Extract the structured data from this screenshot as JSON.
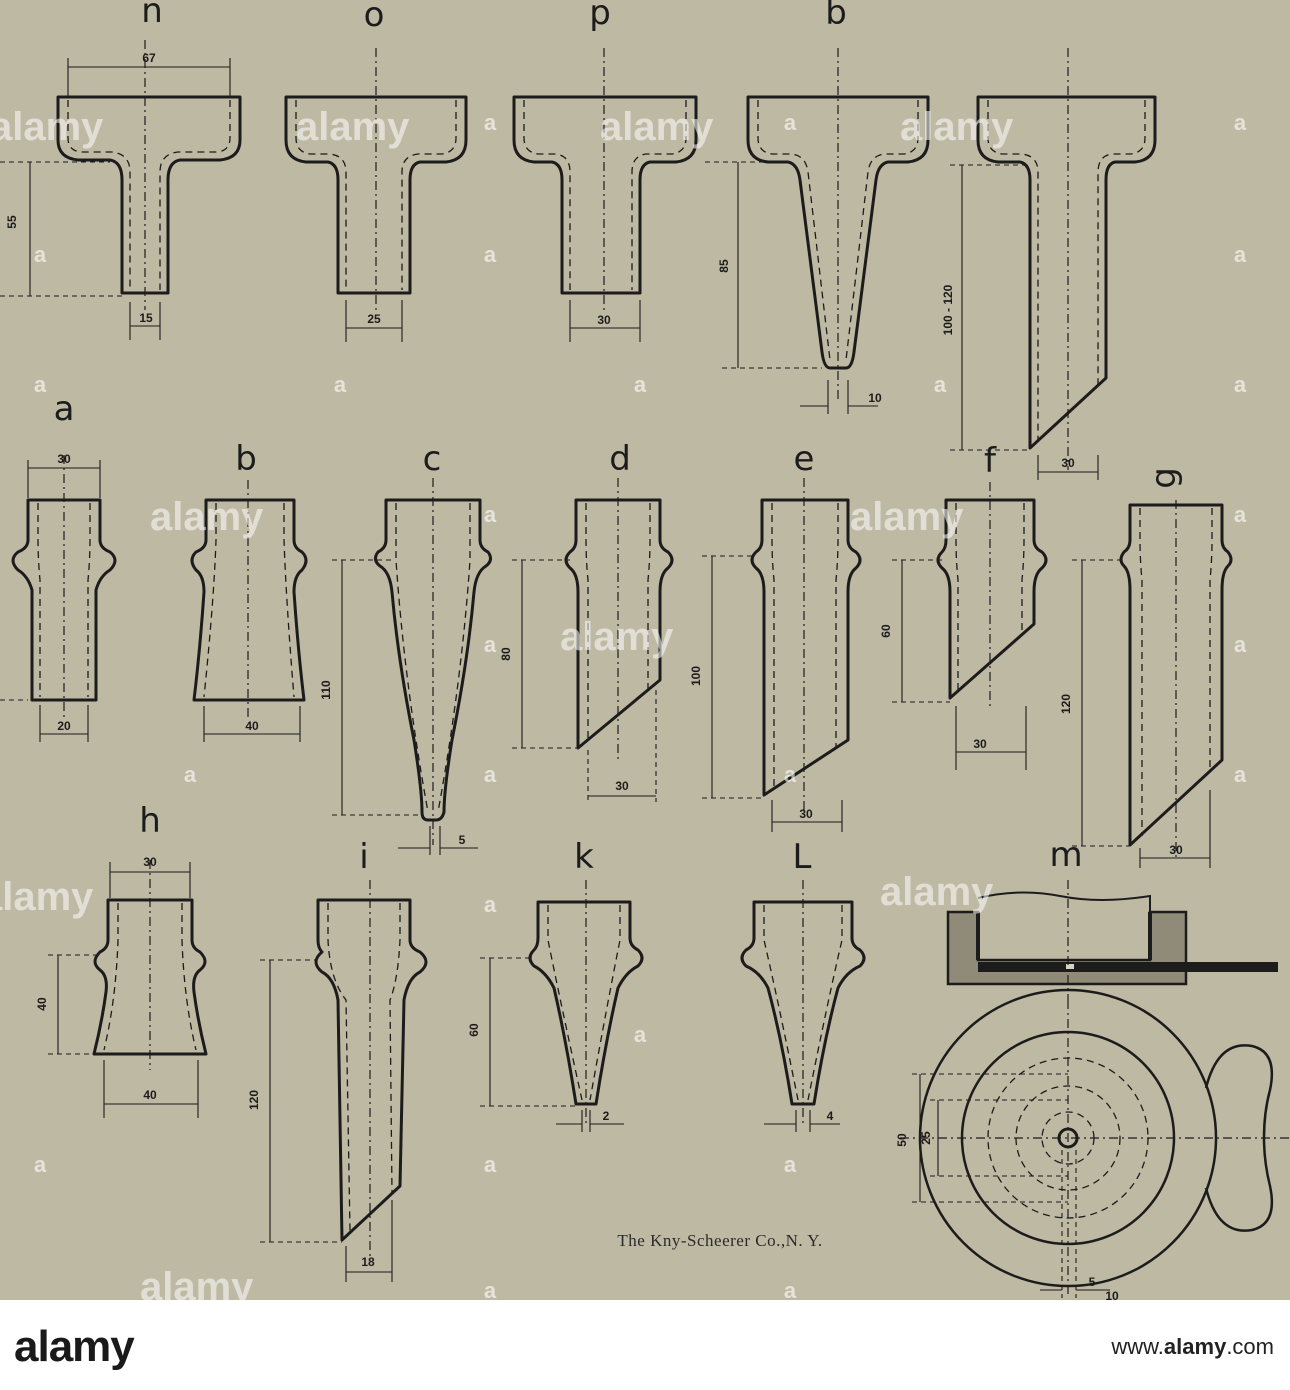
{
  "labels": {
    "n": "n",
    "o": "o",
    "p": "p",
    "b_top": "b",
    "a": "a",
    "b": "b",
    "c": "c",
    "d": "d",
    "e": "e",
    "f": "f",
    "g": "g",
    "h": "h",
    "i": "i",
    "k": "k",
    "l": "L",
    "m": "m"
  },
  "dimensions": {
    "n_width": "67",
    "n_height": "55",
    "n_base": "15",
    "o_base": "25",
    "p_base": "30",
    "b_top_height": "85",
    "b_top_tip": "10",
    "t_height": "100 - 120",
    "t_base": "30",
    "a_width": "30",
    "a_base": "20",
    "b_base": "40",
    "c_height": "110",
    "c_tip": "5",
    "d_height": "80",
    "d_base": "30",
    "e_height": "100",
    "e_base": "30",
    "f_height": "60",
    "f_base": "30",
    "g_height": "120",
    "g_base": "30",
    "h_width": "30",
    "h_height": "40",
    "h_base": "40",
    "i_height": "120",
    "i_base": "18",
    "k_height": "60",
    "k_tip": "2",
    "l_tip": "4",
    "m_d1": "50",
    "m_d2": "25",
    "m_d3": "5",
    "m_d4": "10"
  },
  "caption": "The Kny-Scheerer Co.,N. Y.",
  "watermark": {
    "text": "alamy",
    "symbol": "a"
  },
  "footer": {
    "logo": "alamy",
    "prefix": "www.",
    "site": "alamy",
    "suffix": ".com"
  },
  "colors": {
    "paper": "#bdb9a3",
    "ink": "#1c1c1c",
    "footer_bg": "#ffffff"
  }
}
